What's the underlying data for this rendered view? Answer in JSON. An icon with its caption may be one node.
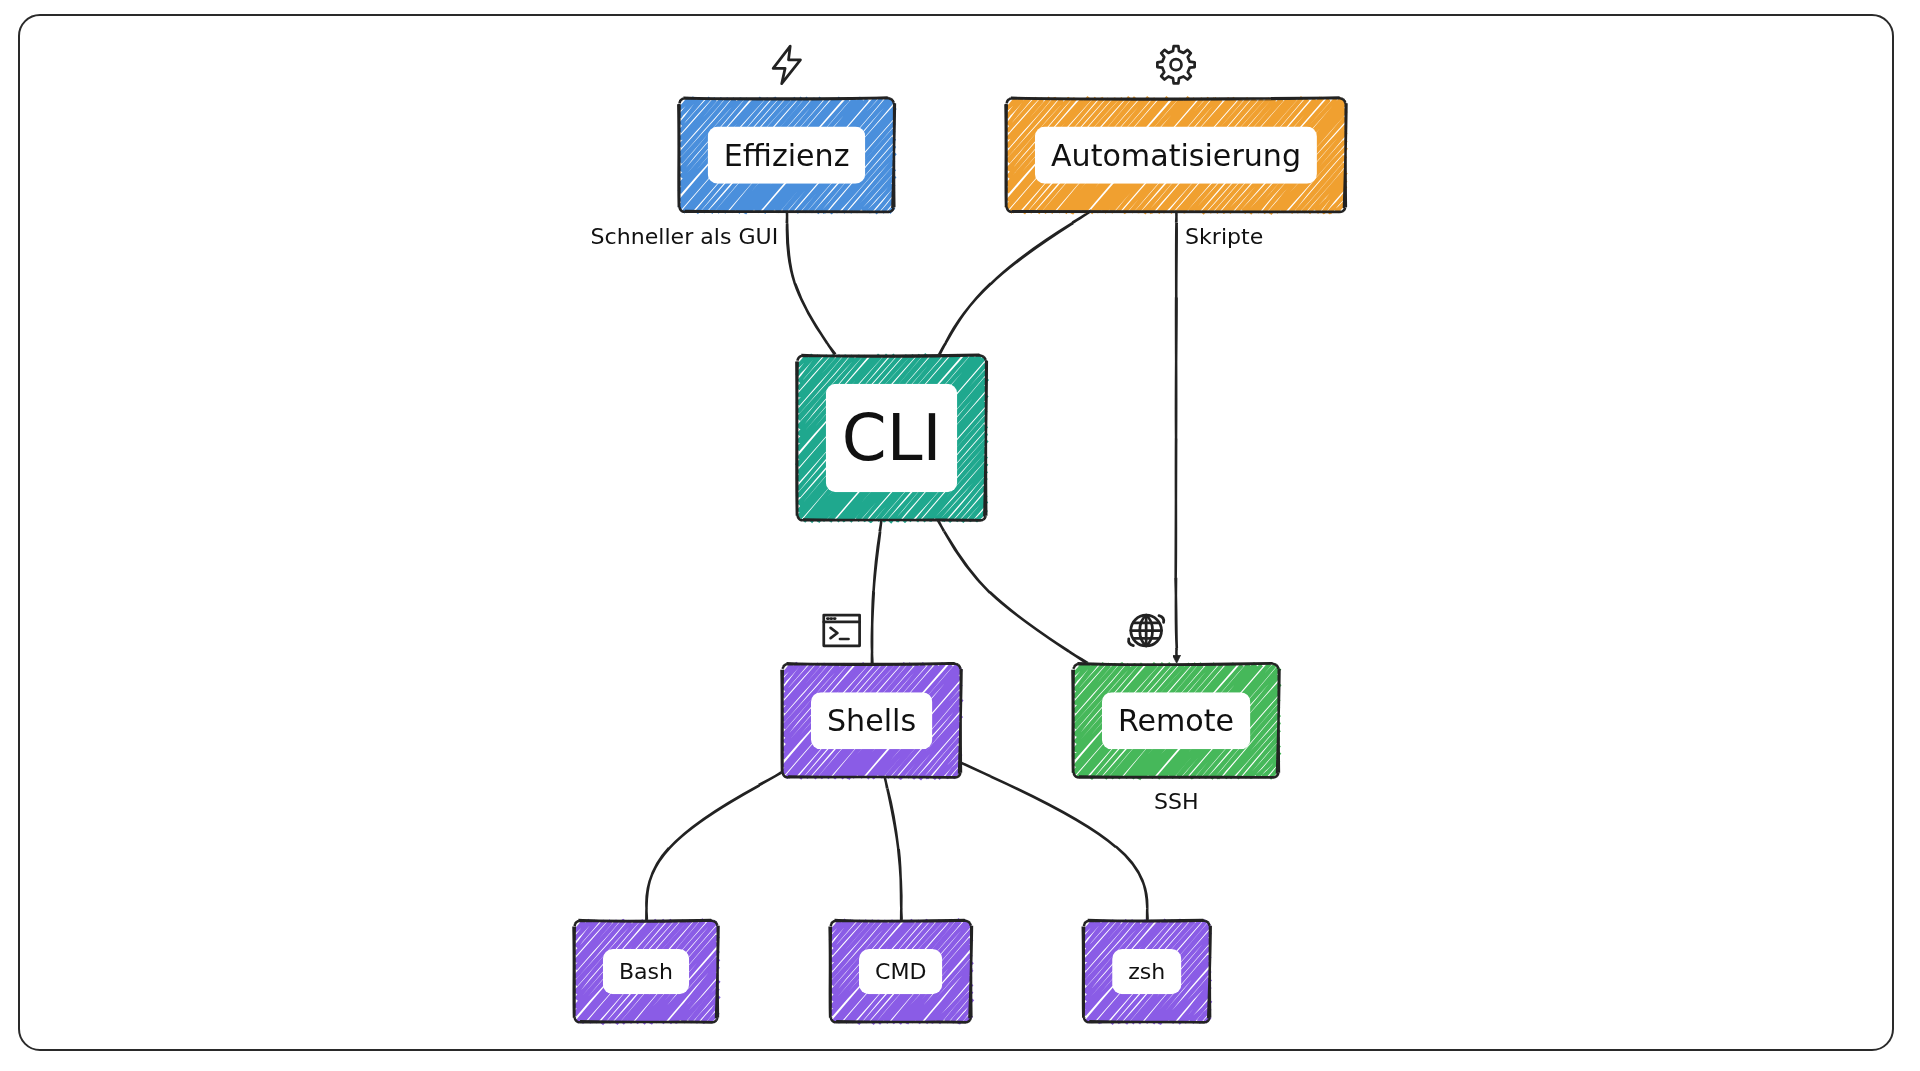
{
  "diagram": {
    "nodes": [
      {
        "text": [
          "Effizienz"
        ],
        "beside": [
          "Schneller als GUI"
        ]
      },
      {
        "text": [
          "Automatisierung"
        ],
        "beside": [
          "Skripte"
        ]
      },
      {
        "text": [
          "CLI"
        ]
      },
      {
        "text": [
          "Shells"
        ]
      },
      {
        "text": [
          "Remote"
        ],
        "beside": [
          "SSH"
        ]
      },
      {
        "text": [
          "Bash"
        ]
      },
      {
        "text": [
          "CMD"
        ]
      },
      {
        "text": [
          "zsh"
        ]
      }
    ],
    "edges": [
      {
        "from": 0,
        "to": 2,
        "arrow": "none"
      },
      {
        "from": 1,
        "to": 2,
        "arrow": "none"
      },
      {
        "from": 2,
        "to": 3,
        "arrow": "none"
      },
      {
        "from": 2,
        "to": 4,
        "arrow": "none"
      },
      {
        "from": 1,
        "to": 4,
        "arrow": "to"
      },
      {
        "from": 3,
        "to": 5,
        "arrow": "none"
      },
      {
        "from": 3,
        "to": 6,
        "arrow": "none"
      },
      {
        "from": 3,
        "to": 7,
        "arrow": "none"
      }
    ]
  }
}
